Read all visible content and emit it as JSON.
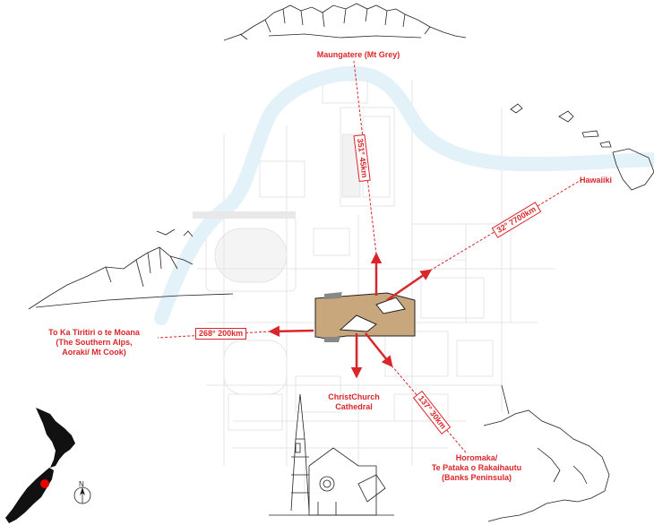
{
  "destinations": {
    "maungatere": {
      "label": "Maungatere (Mt Grey)",
      "bearing": "351° 45km"
    },
    "hawaiiki": {
      "label": "Hawaiiki",
      "bearing": "32° 7700km"
    },
    "southern_alps": {
      "label_line1": "To Ka Tiritiri o te Moana",
      "label_line2": "(The Southern Alps,",
      "label_line3": "Aoraki/ Mt Cook)",
      "bearing": "268° 200km"
    },
    "cathedral": {
      "label_line1": "ChristChurch",
      "label_line2": "Cathedral"
    },
    "banks_peninsula": {
      "label_line1": "Horomaka/",
      "label_line2": "Te Pataka o Rakaihautu",
      "label_line3": "(Banks Peninsula)",
      "bearing": "137° 30km"
    }
  },
  "compass": {
    "north_label": "N"
  },
  "colors": {
    "accent": "#d9262b",
    "river": "#e6f3fa",
    "building": "#c9a77c",
    "streets": "#eaeaea"
  }
}
